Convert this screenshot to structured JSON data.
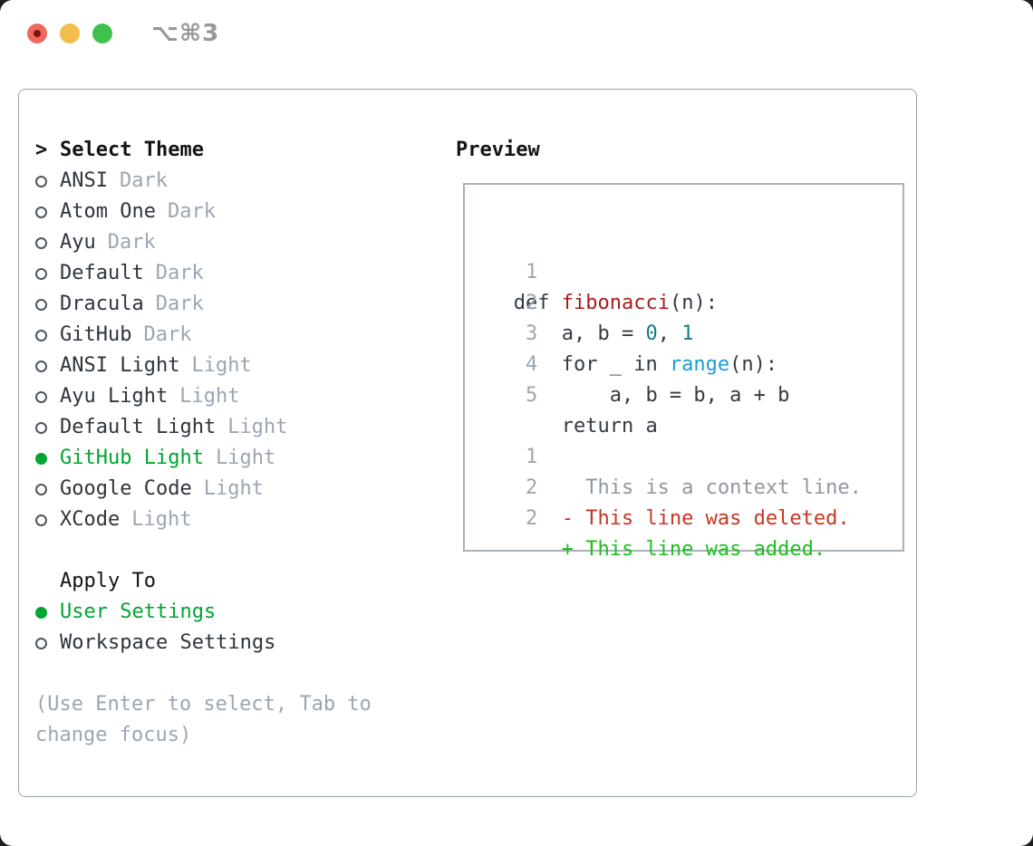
{
  "titlebar": {
    "shortcut": "⌥⌘3",
    "buttons": [
      "close",
      "minimize",
      "zoom"
    ]
  },
  "theme_panel": {
    "header": {
      "cursor": ">",
      "label": "Select Theme"
    },
    "themes": [
      {
        "name": "ANSI",
        "variant": "Dark",
        "selected": false
      },
      {
        "name": "Atom One",
        "variant": "Dark",
        "selected": false
      },
      {
        "name": "Ayu",
        "variant": "Dark",
        "selected": false
      },
      {
        "name": "Default",
        "variant": "Dark",
        "selected": false
      },
      {
        "name": "Dracula",
        "variant": "Dark",
        "selected": false
      },
      {
        "name": "GitHub",
        "variant": "Dark",
        "selected": false
      },
      {
        "name": "ANSI Light",
        "variant": "Light",
        "selected": false
      },
      {
        "name": "Ayu Light",
        "variant": "Light",
        "selected": false
      },
      {
        "name": "Default Light",
        "variant": "Light",
        "selected": false
      },
      {
        "name": "GitHub Light",
        "variant": "Light",
        "selected": true
      },
      {
        "name": "Google Code",
        "variant": "Light",
        "selected": false
      },
      {
        "name": "XCode",
        "variant": "Light",
        "selected": false
      }
    ],
    "apply_to": {
      "label": "Apply To",
      "options": [
        {
          "name": "User Settings",
          "selected": true
        },
        {
          "name": "Workspace Settings",
          "selected": false
        }
      ]
    },
    "hint": "(Use Enter to select, Tab to change focus)"
  },
  "preview": {
    "title": "Preview",
    "lines": [
      {
        "num": "1",
        "tokens": [
          {
            "text": " def ",
            "color": "fg"
          },
          {
            "text": "fibonacci",
            "color": "func"
          },
          {
            "text": "(n):",
            "color": "fg"
          }
        ]
      },
      {
        "num": "2",
        "tokens": [
          {
            "text": "     a, b = ",
            "color": "fg"
          },
          {
            "text": "0",
            "color": "numlit"
          },
          {
            "text": ", ",
            "color": "fg"
          },
          {
            "text": "1",
            "color": "numlit"
          }
        ]
      },
      {
        "num": "3",
        "tokens": [
          {
            "text": "     for _ in ",
            "color": "fg"
          },
          {
            "text": "range",
            "color": "builtin"
          },
          {
            "text": "(n):",
            "color": "fg"
          }
        ]
      },
      {
        "num": "4",
        "tokens": [
          {
            "text": "         a, b = b, a + b",
            "color": "fg"
          }
        ]
      },
      {
        "num": "5",
        "tokens": [
          {
            "text": "     return a",
            "color": "fg"
          }
        ]
      },
      {
        "num": "",
        "tokens": []
      },
      {
        "num": "1",
        "tokens": [
          {
            "text": "       This is a context line.",
            "color": "context"
          }
        ]
      },
      {
        "num": "2",
        "tokens": [
          {
            "text": "     - This line was deleted.",
            "color": "deleted"
          }
        ]
      },
      {
        "num": "2",
        "tokens": [
          {
            "text": "     + This line was added.",
            "color": "added"
          }
        ]
      }
    ]
  },
  "colors": {
    "accent_green": "#00a532",
    "added_green": "#1bc11b",
    "deleted_red": "#c63722",
    "function_red": "#a81d1d",
    "number_teal": "#0f7e88",
    "builtin_blue": "#1b9dd8",
    "muted_gray": "#9ba6b2",
    "traffic_red": "#ee6a5e",
    "traffic_yellow": "#f5bd4b",
    "traffic_green": "#3ec24b"
  }
}
